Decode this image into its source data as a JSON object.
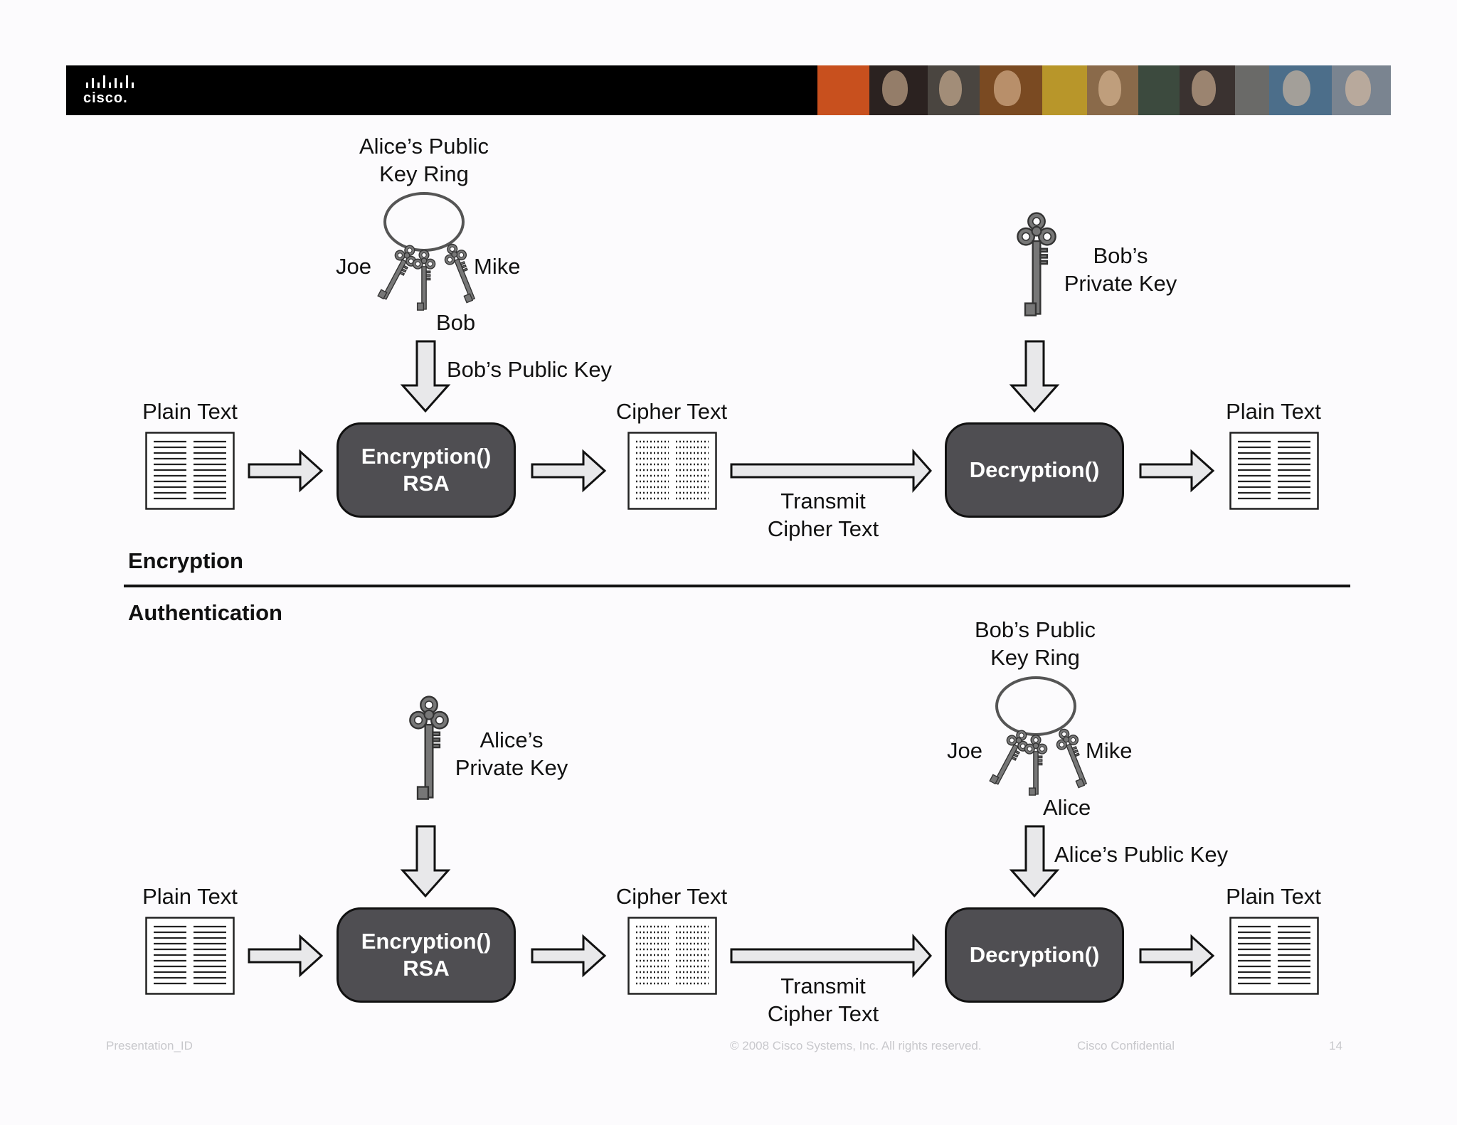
{
  "banner": {
    "logo_text": "cisco.",
    "colors": {
      "bar": "#000000",
      "logo": "#ffffff"
    }
  },
  "encryption": {
    "section_title": "Encryption",
    "key_ring": {
      "title_line1": "Alice’s Public",
      "title_line2": "Key Ring",
      "keys": [
        "Joe",
        "Mike",
        "Bob"
      ]
    },
    "key_in": "Bob’s Public Key",
    "private_key": {
      "line1": "Bob’s",
      "line2": "Private Key"
    },
    "plain_text_in": "Plain Text",
    "encrypt_box": {
      "line1": "Encryption()",
      "line2": "RSA"
    },
    "cipher_text": "Cipher Text",
    "transmit": {
      "line1": "Transmit",
      "line2": "Cipher Text"
    },
    "decrypt_box": "Decryption()",
    "plain_text_out": "Plain Text"
  },
  "authentication": {
    "section_title": "Authentication",
    "private_key": {
      "line1": "Alice’s",
      "line2": "Private Key"
    },
    "key_ring": {
      "title_line1": "Bob’s Public",
      "title_line2": "Key Ring",
      "keys": [
        "Joe",
        "Mike",
        "Alice"
      ]
    },
    "key_in": "Alice’s Public Key",
    "plain_text_in": "Plain Text",
    "encrypt_box": {
      "line1": "Encryption()",
      "line2": "RSA"
    },
    "cipher_text": "Cipher Text",
    "transmit": {
      "line1": "Transmit",
      "line2": "Cipher Text"
    },
    "decrypt_box": "Decryption()",
    "plain_text_out": "Plain Text"
  },
  "footer": {
    "presentation_id": "Presentation_ID",
    "copyright": "© 2008 Cisco Systems, Inc. All rights reserved.",
    "confidential": "Cisco Confidential",
    "page_number": "14"
  },
  "colors": {
    "process_box": "#4f4e52",
    "arrow_fill": "#e8e8ea",
    "outline": "#111111",
    "footer_text": "#c8c8cc"
  }
}
